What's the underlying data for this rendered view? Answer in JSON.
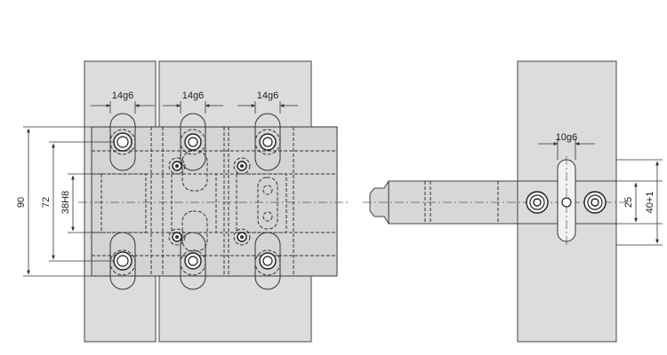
{
  "dimensions": {
    "slot_width_1": "14g6",
    "slot_width_2": "14g6",
    "slot_width_3": "14g6",
    "overall_height": "90",
    "bolt_spacing": "72",
    "fit_height": "38H8",
    "side_slot_width": "10g6",
    "side_height_1": "25",
    "side_height_2": "40+1"
  },
  "colors": {
    "plate_fill": "#dcdcdc",
    "line": "#333333",
    "background": "#ffffff"
  }
}
